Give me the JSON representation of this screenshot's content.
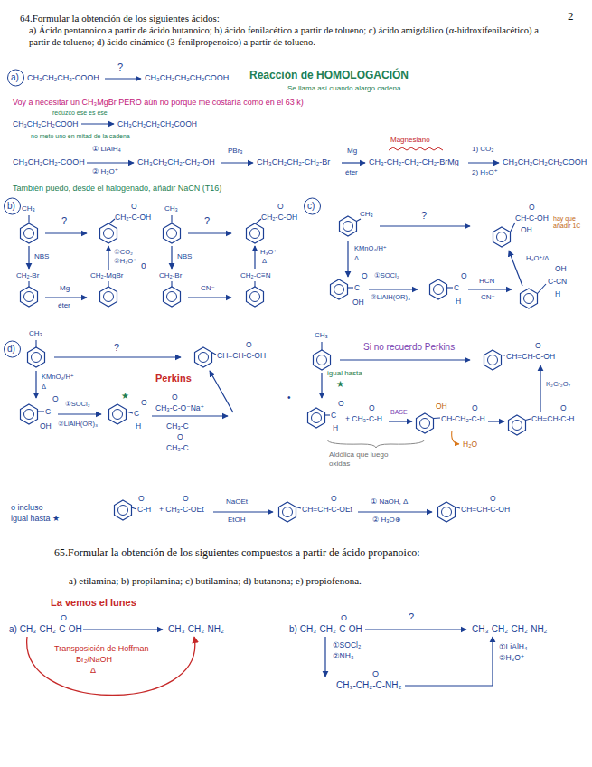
{
  "diagram": {
    "labels": [
      "2",
      "64.Formular la obtención de los siguientes ácidos:",
      "a) Ácido pentanoico a partir de ácido butanoico; b) ácido fenilacético a partir de tolueno; c) ácido amigdálico (α-hidroxifenilacético) a partir de tolueno; d) ácido cinámico (3-fenilpropenoico) a partir de tolueno.",
      "a)",
      "CH₃CH₂CH₂-COOH",
      "?",
      "CH₃CH₂CH₂CH₂COOH",
      "Reacción de HOMOLOGACIÓN",
      "Se llama así cuando alargo cadena",
      "Voy a necesitar un CH₃MgBr PERO aún no porque me costaría como en el 63 k)",
      "reduzco ese es ese",
      "CH₃CH₂CH₂COOH",
      "CH₃CH₂CH₂CH₂COOH",
      "no meto uno en mitad de la cadena",
      "CH₃CH₂CH₂-COOH",
      "① LiAlH₄",
      "② H₃O⁺",
      "CH₃CH₂CH₂-CH₂-OH",
      "PBr₃",
      "CH₃CH₂CH₂-CH₂-Br",
      "Mg",
      "éter",
      "Magnesiano",
      "CH₃-CH₂-CH₂-CH₂-BrMg",
      "1) CO₂",
      "2) H₃O⁺",
      "CH₃CH₂CH₂CH₂COOH",
      "También puedo, desde el halogenado, añadir NaCN (T16)",
      "b)",
      "CH₃",
      "?",
      "CH₂-C-OH",
      "O",
      "NBS",
      "①CO₂",
      "②H₃O⁺",
      "CH₂-Br",
      "CH₂-MgBr",
      "Mg",
      "éter",
      "o",
      "CH₃",
      "?",
      "CH₂-C-OH",
      "O",
      "NBS",
      "H₃O⁺",
      "Δ",
      "CH₂-Br",
      "CH₂-C≡N",
      "CN⁻",
      "c)",
      "CH₃",
      "?",
      "CH-C-OH",
      "O",
      "OH",
      "hay que añadir 1C",
      "KMnO₄/H⁺",
      "Δ",
      "O",
      "C",
      "OH",
      "①SOCl₂",
      "②LiAlH(OR)₃",
      "O",
      "C",
      "H",
      "HCN",
      "CN⁻",
      "OH",
      "C-CN",
      "H",
      "H₃O⁺/Δ",
      "d)",
      "CH₃",
      "?",
      "CH=CH-C-OH",
      "O",
      "KMnO₄/H⁺",
      "Δ",
      "O",
      "C",
      "OH",
      "①SOCl₂",
      "②LiAlH(OR)₃",
      "★",
      "O",
      "C",
      "H",
      "Perkins",
      "O",
      "CH₃-C-O⁻Na⁺",
      "CH₃-C",
      "O",
      "CH₃-C",
      "•",
      "CH₃",
      "Si no recuerdo Perkins",
      "CH=CH-C-OH",
      "O",
      "igual hasta",
      "★",
      "O",
      "C",
      "H",
      "+ CH₃-C-H",
      "O",
      "BASE",
      "OH",
      "CH-CH₂-C-H",
      "O",
      "H₂O",
      "CH=CH-C-H",
      "O",
      "K₂Cr₂O₇",
      "Aldólica que luego oxidas",
      "o incluso",
      "igual hasta ★",
      "O",
      "C-H",
      "+ CH₃-C-OEt",
      "O",
      "NaOEt",
      "EtOH",
      "CH=CH-C-OEt",
      "O",
      "① NaOH, Δ",
      "② H₃O⊕",
      "CH=CH-C-OH",
      "O",
      "65.Formular la obtención de los siguientes compuestos a partir de ácido propanoico:",
      "a) etilamina; b) propilamina; c) butilamina; d) butanona; e) propiofenona.",
      "La vemos el lunes",
      "a) CH₃-CH₂-C-OH",
      "O",
      "CH₃-CH₂-NH₂",
      "Transposición de Hoffman",
      "Br₂/NaOH",
      "Δ",
      "b) CH₃-CH₂-C-OH",
      "O",
      "?",
      "CH₃-CH₂-CH₂-NH₂",
      "①SOCl₂",
      "②NH₃",
      "①LiAlH₄",
      "②H₃O⁺",
      "CH₃-CH₂-C-NH₂",
      "O"
    ]
  }
}
